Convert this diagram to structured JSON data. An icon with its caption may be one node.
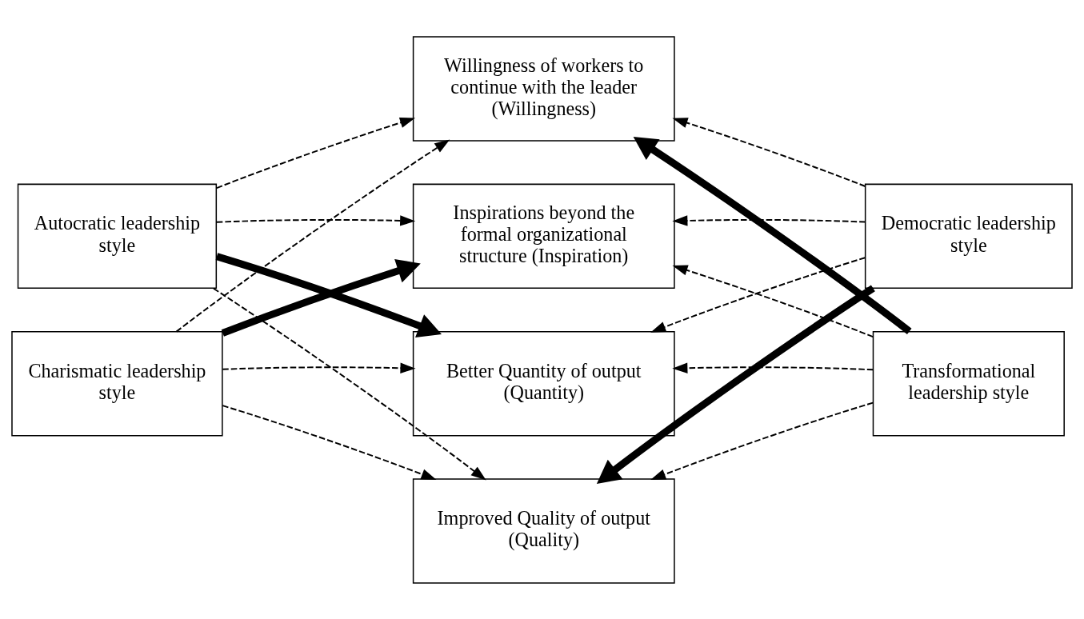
{
  "diagram": {
    "nodes": [
      {
        "text": [
          "Autocratic leadership style"
        ]
      },
      {
        "text": [
          "Better Quantity of output (Quantity)"
        ]
      },
      {
        "text": [
          "Democratic leadership style"
        ]
      },
      {
        "text": [
          "Improved Quality of output (Quality)"
        ]
      },
      {
        "text": [
          "Willingness of workers to continue with the leader (Willingness)"
        ]
      },
      {
        "text": [
          "Charismatic leadership style"
        ]
      },
      {
        "text": [
          "Inspirations beyond the formal organizational structure (Inspiration)"
        ]
      },
      {
        "text": [
          "Transformational leadership style"
        ]
      }
    ],
    "edges": [
      {
        "from": 0,
        "to": 1,
        "arrow": "to",
        "style": "thick"
      },
      {
        "from": 0,
        "to": 3,
        "arrow": "to",
        "style": "dashed"
      },
      {
        "from": 0,
        "to": 4,
        "arrow": "to",
        "style": "dashed"
      },
      {
        "from": 0,
        "to": 6,
        "arrow": "to",
        "style": "dashed"
      },
      {
        "from": 2,
        "to": 1,
        "arrow": "to",
        "style": "dashed"
      },
      {
        "from": 2,
        "to": 3,
        "arrow": "to",
        "style": "thick"
      },
      {
        "from": 2,
        "to": 4,
        "arrow": "to",
        "style": "dashed"
      },
      {
        "from": 2,
        "to": 6,
        "arrow": "to",
        "style": "dashed"
      },
      {
        "from": 5,
        "to": 1,
        "arrow": "to",
        "style": "dashed"
      },
      {
        "from": 5,
        "to": 3,
        "arrow": "to",
        "style": "dashed"
      },
      {
        "from": 5,
        "to": 4,
        "arrow": "to",
        "style": "dashed"
      },
      {
        "from": 5,
        "to": 6,
        "arrow": "to",
        "style": "thick"
      },
      {
        "from": 7,
        "to": 1,
        "arrow": "to",
        "style": "dashed"
      },
      {
        "from": 7,
        "to": 3,
        "arrow": "to",
        "style": "dashed"
      },
      {
        "from": 7,
        "to": 4,
        "arrow": "to",
        "style": "thick"
      },
      {
        "from": 7,
        "to": 6,
        "arrow": "to",
        "style": "dashed"
      }
    ]
  }
}
